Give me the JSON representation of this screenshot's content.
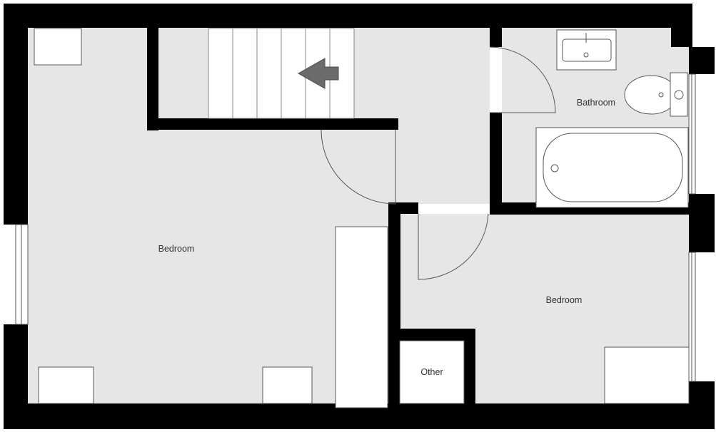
{
  "floorplan": {
    "rooms": [
      {
        "label": "Bedroom"
      },
      {
        "label": "Bathroom"
      },
      {
        "label": "Bedroom"
      },
      {
        "label": "Other"
      }
    ]
  },
  "colors": {
    "wall": "#000000",
    "floor": "#e6e6e6",
    "fixture_fill": "#ffffff",
    "fixture_stroke": "#555555",
    "arrow": "#6b6b6b"
  }
}
